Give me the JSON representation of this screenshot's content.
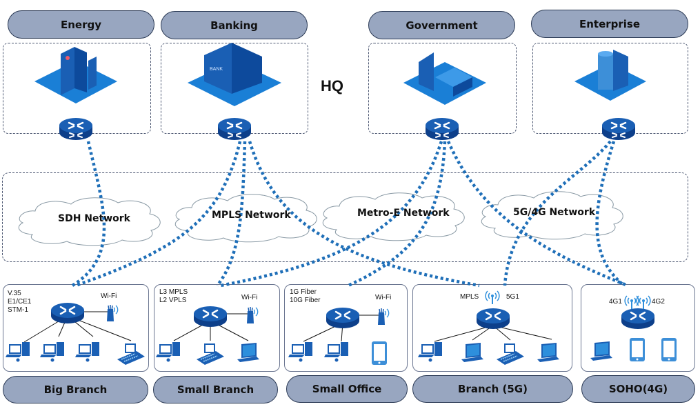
{
  "diagram": {
    "hq_label": "HQ",
    "hq_sites": [
      {
        "label": "Energy",
        "icon": "energy-building-icon"
      },
      {
        "label": "Banking",
        "icon": "bank-building-icon",
        "sign": "BANK"
      },
      {
        "label": "Government",
        "icon": "government-building-icon"
      },
      {
        "label": "Enterprise",
        "icon": "enterprise-building-icon"
      }
    ],
    "networks": [
      {
        "label": "SDH Network"
      },
      {
        "label": "MPLS Network"
      },
      {
        "label": "Metro-E Network"
      },
      {
        "label": "5G/4G Network"
      }
    ],
    "branches": [
      {
        "label": "Big Branch",
        "link_text": "V.35\nE1/CE1\nSTM-1",
        "wifi": "Wi-Fi"
      },
      {
        "label": "Small Branch",
        "link_text": "L3 MPLS\nL2 VPLS",
        "wifi": "Wi-Fi"
      },
      {
        "label": "Small Office",
        "link_text": "1G Fiber\n10G Fiber",
        "wifi": "Wi-Fi"
      },
      {
        "label": "Branch  (5G)",
        "link_left": "MPLS",
        "link_right": "5G1"
      },
      {
        "label": "SOHO(4G)",
        "link_left": "4G1",
        "link_right": "4G2"
      }
    ],
    "colors": {
      "pill_fill": "#98a6c0",
      "pill_border": "#2b3a55",
      "link_blue": "#1f6fb8",
      "icon_blue": "#1a5fb4",
      "icon_light": "#2e8fdc"
    }
  }
}
